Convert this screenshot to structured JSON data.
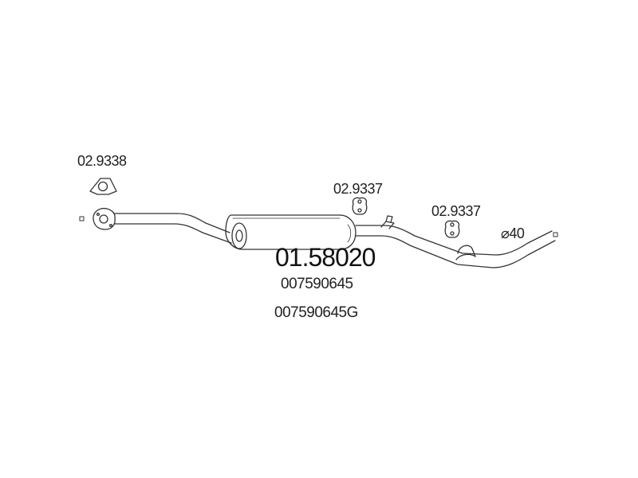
{
  "labels": {
    "flange_gasket_code": "02.9338",
    "hanger_code_1": "02.9337",
    "hanger_code_2": "02.9337",
    "pipe_diameter": "⌀40",
    "part_number": "01.58020",
    "oe_number_1": "007590645",
    "oe_number_2": "007590645G"
  },
  "colors": {
    "line": "#333333",
    "background": "#ffffff"
  }
}
